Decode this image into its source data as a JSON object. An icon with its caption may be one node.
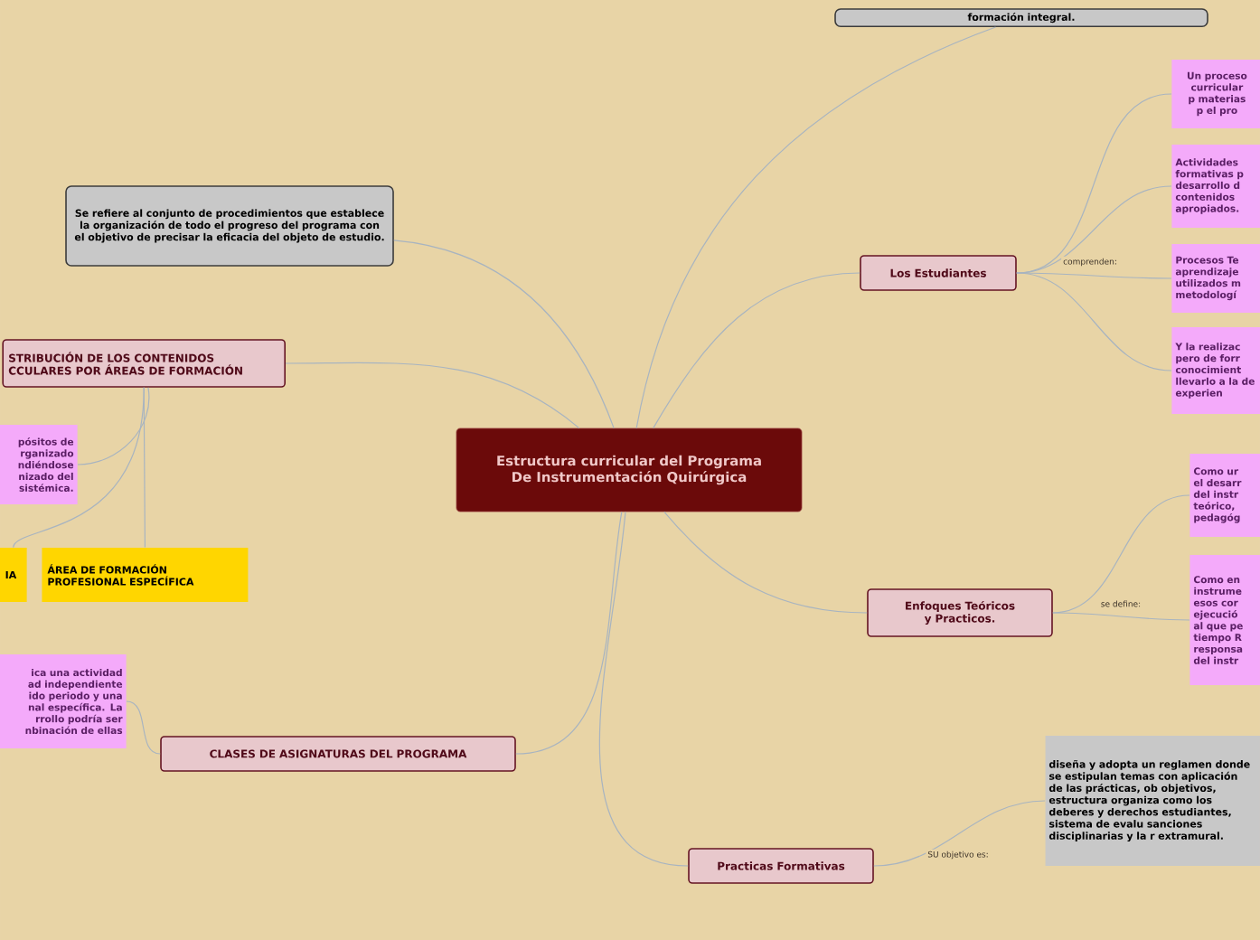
{
  "diagram": {
    "nodes": [
      {
        "text": [
          "Estructura curricular del Programa De Instrumentación Quirúrgica"
        ]
      },
      {
        "text": [
          "formación integral."
        ]
      },
      {
        "text": [
          "Se refiere al conjunto de procedimientos que establece la organización de todo el progreso del programa con el objetivo de precisar la eficacia del objeto de estudio."
        ]
      },
      {
        "text": [
          "STRIBUCIÓN DE LOS CONTENIDOS CCULARES POR ÁREAS DE FORMACIÓN"
        ]
      },
      {
        "text": [
          "pósitos de rganizado ndiéndose nizado del sistémica."
        ]
      },
      {
        "text": [
          "IA"
        ]
      },
      {
        "text": [
          "ÁREA DE FORMACIÓN PROFESIONAL ESPECÍFICA"
        ]
      },
      {
        "text": [
          "ica una actividad ad independiente ido periodo y una nal específica. La rrollo podría ser nbinación de ellas"
        ]
      },
      {
        "text": [
          "CLASES DE  ASIGNATURAS DEL PROGRAMA"
        ]
      },
      {
        "text": [
          "Los Estudiantes"
        ]
      },
      {
        "text": [
          "Un proceso curricular p materias p el pro"
        ]
      },
      {
        "text": [
          "Actividades formativas p desarrollo d contenidos apropiados."
        ]
      },
      {
        "text": [
          "Procesos Te aprendizaje utilizados m metodologí"
        ]
      },
      {
        "text": [
          "Y la realizac pero de forr conocimient llevarlo a la de experien"
        ]
      },
      {
        "text": [
          "Enfoques Teóricos y Practicos."
        ]
      },
      {
        "text": [
          "Como ur el desarr del instr teórico, pedagóg"
        ]
      },
      {
        "text": [
          "Como en instrume esos cor ejecució al que pe tiempo R responsa del instr"
        ]
      },
      {
        "text": [
          "Practicas Formativas"
        ]
      },
      {
        "text": [
          "diseña y  adopta un reglamen donde se estipulan temas con aplicación de las prácticas, ob objetivos, estructura organiza como los deberes y derechos estudiantes, sistema de evalu sanciones disciplinarias y la r extramural."
        ]
      }
    ],
    "edges": [
      {
        "from": 0,
        "to": 1,
        "arrow": "none"
      },
      {
        "from": 0,
        "to": 2,
        "arrow": "none"
      },
      {
        "from": 0,
        "to": 3,
        "arrow": "none"
      },
      {
        "from": 3,
        "to": 4,
        "arrow": "none"
      },
      {
        "from": 3,
        "to": 5,
        "arrow": "none"
      },
      {
        "from": 3,
        "to": 6,
        "arrow": "none"
      },
      {
        "from": 0,
        "to": 8,
        "arrow": "none"
      },
      {
        "from": 8,
        "to": 7,
        "arrow": "none"
      },
      {
        "from": 0,
        "to": 9,
        "arrow": "none"
      },
      {
        "from": 9,
        "to": 10,
        "arrow": "none",
        "label": "comprenden:"
      },
      {
        "from": 9,
        "to": 11,
        "arrow": "none"
      },
      {
        "from": 9,
        "to": 12,
        "arrow": "none"
      },
      {
        "from": 9,
        "to": 13,
        "arrow": "none"
      },
      {
        "from": 0,
        "to": 14,
        "arrow": "none"
      },
      {
        "from": 14,
        "to": 15,
        "arrow": "none",
        "label": "se define:"
      },
      {
        "from": 14,
        "to": 16,
        "arrow": "none"
      },
      {
        "from": 0,
        "to": 17,
        "arrow": "none"
      },
      {
        "from": 17,
        "to": 18,
        "arrow": "none",
        "label": "SU objetivo es:"
      }
    ]
  }
}
